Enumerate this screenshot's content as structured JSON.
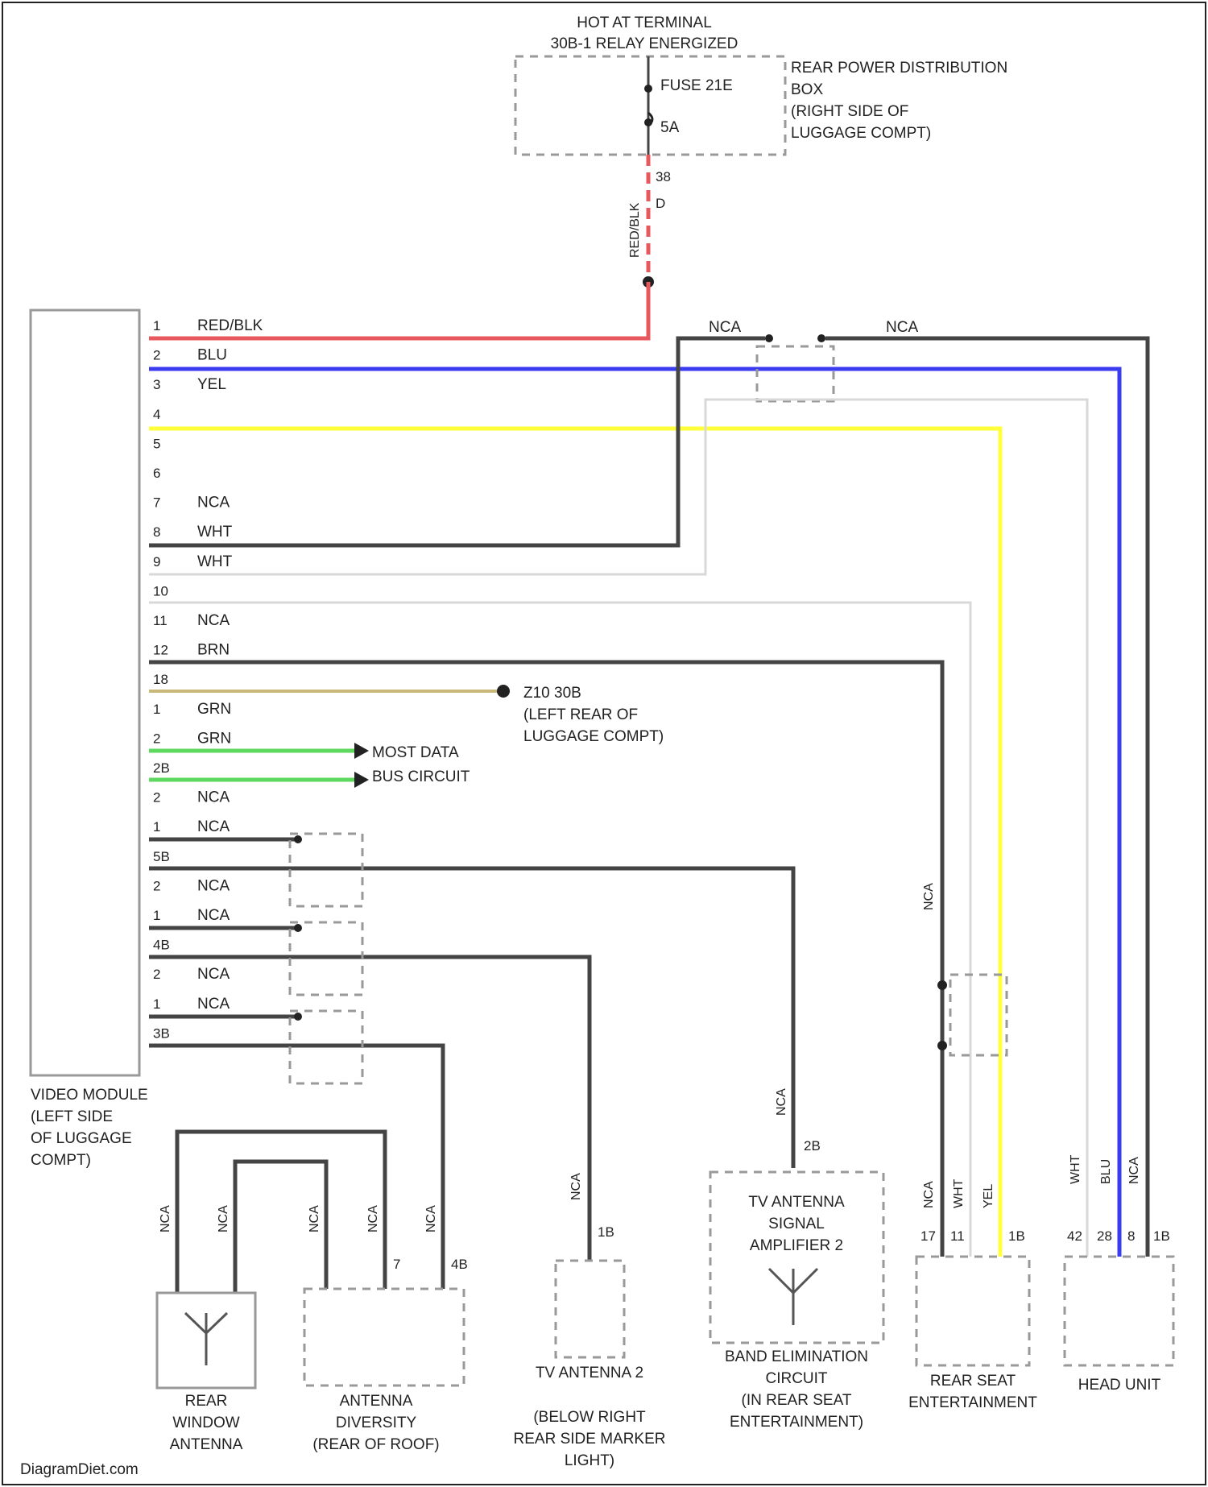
{
  "top_supply": {
    "title_line1": "HOT AT TERMINAL",
    "title_line2": "30B-1 RELAY ENERGIZED",
    "fuse_name": "FUSE 21E",
    "fuse_rating": "5A",
    "box_line1": "REAR POWER DISTRIBUTION",
    "box_line2": "BOX",
    "box_line3": "(RIGHT SIDE OF",
    "box_line4": "LUGGAGE COMPT)",
    "wire_label": "RED/BLK",
    "pin_a": "38",
    "pin_b": "D"
  },
  "video_module": {
    "line1": "VIDEO MODULE",
    "line2": "(LEFT SIDE",
    "line3": "OF LUGGAGE",
    "line4": "COMPT)"
  },
  "module_pins": [
    {
      "pin": "1",
      "wire": "RED/BLK"
    },
    {
      "pin": "2",
      "wire": "BLU"
    },
    {
      "pin": "3",
      "wire": "YEL"
    },
    {
      "pin": "4",
      "wire": ""
    },
    {
      "pin": "5",
      "wire": ""
    },
    {
      "pin": "6",
      "wire": ""
    },
    {
      "pin": "7",
      "wire": "NCA"
    },
    {
      "pin": "8",
      "wire": "WHT"
    },
    {
      "pin": "9",
      "wire": "WHT"
    },
    {
      "pin": "10",
      "wire": ""
    },
    {
      "pin": "11",
      "wire": "NCA"
    },
    {
      "pin": "12",
      "wire": "BRN"
    },
    {
      "pin": "18",
      "wire": ""
    },
    {
      "pin": "1",
      "wire": "GRN"
    },
    {
      "pin": "2",
      "wire": "GRN"
    },
    {
      "pin": "2B",
      "wire": ""
    },
    {
      "pin": "2",
      "wire": "NCA"
    },
    {
      "pin": "1",
      "wire": "NCA"
    },
    {
      "pin": "5B",
      "wire": ""
    },
    {
      "pin": "2",
      "wire": "NCA"
    },
    {
      "pin": "1",
      "wire": "NCA"
    },
    {
      "pin": "4B",
      "wire": ""
    },
    {
      "pin": "2",
      "wire": "NCA"
    },
    {
      "pin": "1",
      "wire": "NCA"
    },
    {
      "pin": "3B",
      "wire": ""
    }
  ],
  "top_nca": {
    "left": "NCA",
    "right": "NCA"
  },
  "ground": {
    "label": "Z10 30B",
    "line2": "(LEFT REAR OF",
    "line3": "LUGGAGE COMPT)"
  },
  "most": {
    "line1": "MOST DATA",
    "line2": "BUS CIRCUIT"
  },
  "components": {
    "rear_window": {
      "line1": "REAR",
      "line2": "WINDOW",
      "line3": "ANTENNA",
      "wire1": "NCA",
      "wire2": "NCA"
    },
    "diversity": {
      "line1": "ANTENNA",
      "line2": "DIVERSITY",
      "line3": "(REAR OF ROOF)",
      "wire1": "NCA",
      "wire2": "NCA",
      "wire3": "NCA",
      "pin1": "7",
      "pin2": "4B"
    },
    "tv2": {
      "line1": "TV ANTENNA 2",
      "line2": "(BELOW RIGHT",
      "line3": "REAR SIDE MARKER",
      "line4": "LIGHT)",
      "wire": "NCA",
      "pin": "1B"
    },
    "amp": {
      "line1": "TV ANTENNA",
      "line2": "SIGNAL",
      "line3": "AMPLIFIER 2",
      "sub1": "BAND ELIMINATION",
      "sub2": "CIRCUIT",
      "sub3": "(IN REAR SEAT",
      "sub4": "ENTERTAINMENT)",
      "wire": "NCA",
      "pin": "2B"
    },
    "rse": {
      "line1": "REAR SEAT",
      "line2": "ENTERTAINMENT",
      "w1": "NCA",
      "w2": "WHT",
      "w3": "YEL",
      "p1": "17",
      "p2": "11",
      "p3": "1B"
    },
    "head": {
      "line1": "HEAD UNIT",
      "w1": "WHT",
      "w2": "BLU",
      "w3": "NCA",
      "p1": "42",
      "p2": "28",
      "p3": "8",
      "p4": "1B"
    },
    "nca_mid": "NCA"
  },
  "watermark": "DiagramDiet.com",
  "colors": {
    "red_blk": "#e8595f",
    "blu": "#3b3bf0",
    "yel": "#ffff3a",
    "brn": "#c8b87a",
    "grn": "#5ed85e",
    "nca": "#444444",
    "wht": "#d8d8d8"
  }
}
